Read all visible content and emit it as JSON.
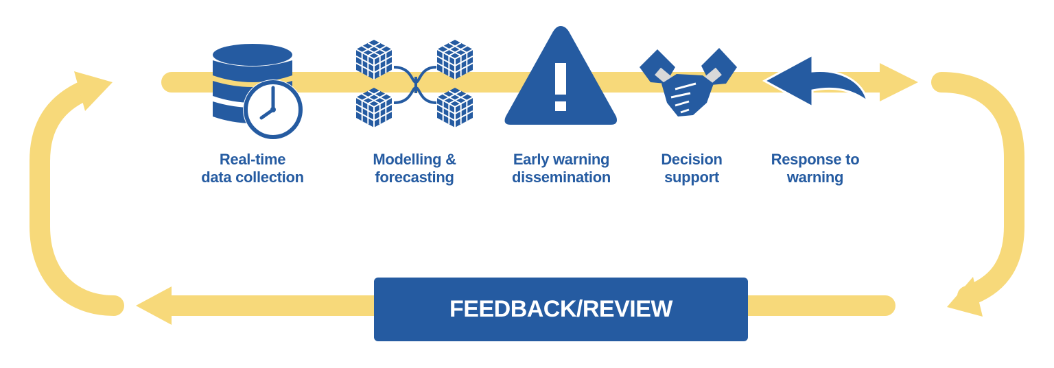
{
  "colors": {
    "primary_blue": "#255BA1",
    "arrow_yellow": "#F7D97A",
    "white": "#FFFFFF"
  },
  "steps": [
    {
      "icon": "database-clock-icon",
      "line1": "Real-time",
      "line2": "data collection"
    },
    {
      "icon": "cubes-network-icon",
      "line1": "Modelling &",
      "line2": "forecasting"
    },
    {
      "icon": "warning-triangle-icon",
      "line1": "Early warning",
      "line2": "dissemination"
    },
    {
      "icon": "handshake-icon",
      "line1": "Decision",
      "line2": "support"
    },
    {
      "icon": "curved-arrow-back-icon",
      "line1": "Response to",
      "line2": "warning"
    }
  ],
  "feedback": {
    "label": "FEEDBACK/REVIEW"
  }
}
